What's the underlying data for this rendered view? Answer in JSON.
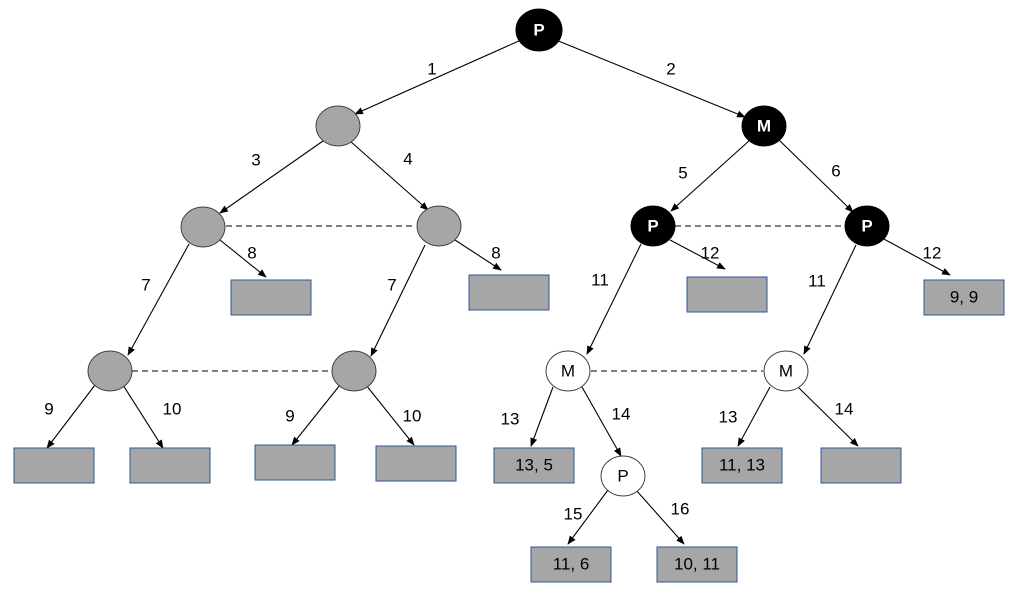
{
  "nodes": {
    "root": {
      "label": "P",
      "style": "black"
    },
    "left": {
      "label": "",
      "style": "gray"
    },
    "right": {
      "label": "M",
      "style": "black"
    },
    "l_a": {
      "label": "",
      "style": "gray"
    },
    "l_b": {
      "label": "",
      "style": "gray"
    },
    "r_a": {
      "label": "P",
      "style": "black"
    },
    "r_b": {
      "label": "P",
      "style": "black"
    },
    "l_a7": {
      "label": "",
      "style": "gray"
    },
    "l_b7": {
      "label": "",
      "style": "gray"
    },
    "r_a11": {
      "label": "M",
      "style": "white"
    },
    "r_b11": {
      "label": "M",
      "style": "white"
    },
    "r_a11_14": {
      "label": "P",
      "style": "white"
    }
  },
  "leaves": {
    "l_a8": {
      "payoff": ""
    },
    "l_b8": {
      "payoff": ""
    },
    "r_a12": {
      "payoff": ""
    },
    "r_b12": {
      "payoff": "9, 9"
    },
    "l_a7_9": {
      "payoff": ""
    },
    "l_a7_10": {
      "payoff": ""
    },
    "l_b7_9": {
      "payoff": ""
    },
    "l_b7_10": {
      "payoff": ""
    },
    "r_a11_13": {
      "payoff": "13, 5"
    },
    "r_b11_13": {
      "payoff": "11, 13"
    },
    "r_b11_14": {
      "payoff": ""
    },
    "r_a11_14_15": {
      "payoff": "11, 6"
    },
    "r_a11_14_16": {
      "payoff": "10, 11"
    }
  },
  "edges": [
    {
      "id": "e1",
      "label": "1"
    },
    {
      "id": "e2",
      "label": "2"
    },
    {
      "id": "e3",
      "label": "3"
    },
    {
      "id": "e4",
      "label": "4"
    },
    {
      "id": "e5",
      "label": "5"
    },
    {
      "id": "e6",
      "label": "6"
    },
    {
      "id": "e7a",
      "label": "7"
    },
    {
      "id": "e8a",
      "label": "8"
    },
    {
      "id": "e7b",
      "label": "7"
    },
    {
      "id": "e8b",
      "label": "8"
    },
    {
      "id": "e11a",
      "label": "11"
    },
    {
      "id": "e12a",
      "label": "12"
    },
    {
      "id": "e11b",
      "label": "11"
    },
    {
      "id": "e12b",
      "label": "12"
    },
    {
      "id": "e9a",
      "label": "9"
    },
    {
      "id": "e10a",
      "label": "10"
    },
    {
      "id": "e9b",
      "label": "9"
    },
    {
      "id": "e10b",
      "label": "10"
    },
    {
      "id": "e13a",
      "label": "13"
    },
    {
      "id": "e14a",
      "label": "14"
    },
    {
      "id": "e13b",
      "label": "13"
    },
    {
      "id": "e14b",
      "label": "14"
    },
    {
      "id": "e15",
      "label": "15"
    },
    {
      "id": "e16",
      "label": "16"
    }
  ],
  "colors": {
    "node_black": "#000000",
    "node_gray": "#a6a6a6",
    "leaf_fill": "#a6a6a6",
    "leaf_border": "#2f5597"
  }
}
